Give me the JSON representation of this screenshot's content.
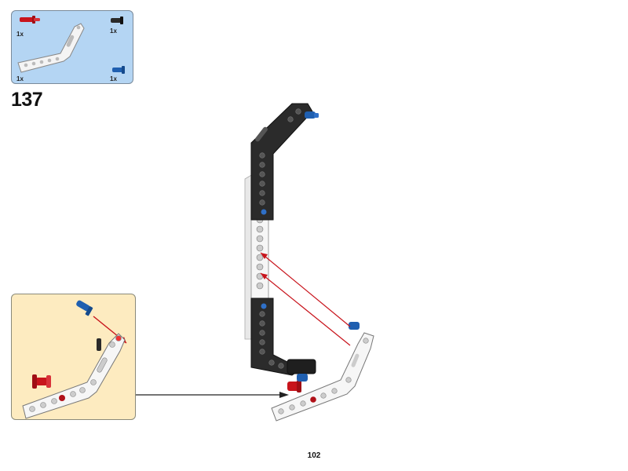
{
  "parts_list": {
    "items": [
      {
        "part": "red axle pin",
        "icon": "red-pin-icon",
        "quantity": "1x",
        "color": "#c8141c"
      },
      {
        "part": "black connector pin",
        "icon": "black-pin-icon",
        "quantity": "1x",
        "color": "#2a2a2a"
      },
      {
        "part": "white bent beam",
        "icon": "white-beam-icon",
        "quantity": "1x",
        "color": "#f2f2f2"
      },
      {
        "part": "blue axle pin",
        "icon": "blue-pin-icon",
        "quantity": "1x",
        "color": "#1f5fb0"
      }
    ]
  },
  "step": {
    "number": "137"
  },
  "page": {
    "number": "102"
  },
  "colors": {
    "parts_box_bg": "#b4d5f3",
    "subassembly_bg": "#fdebc0",
    "arrow_red": "#c8141c",
    "arrow_black": "#222222"
  }
}
